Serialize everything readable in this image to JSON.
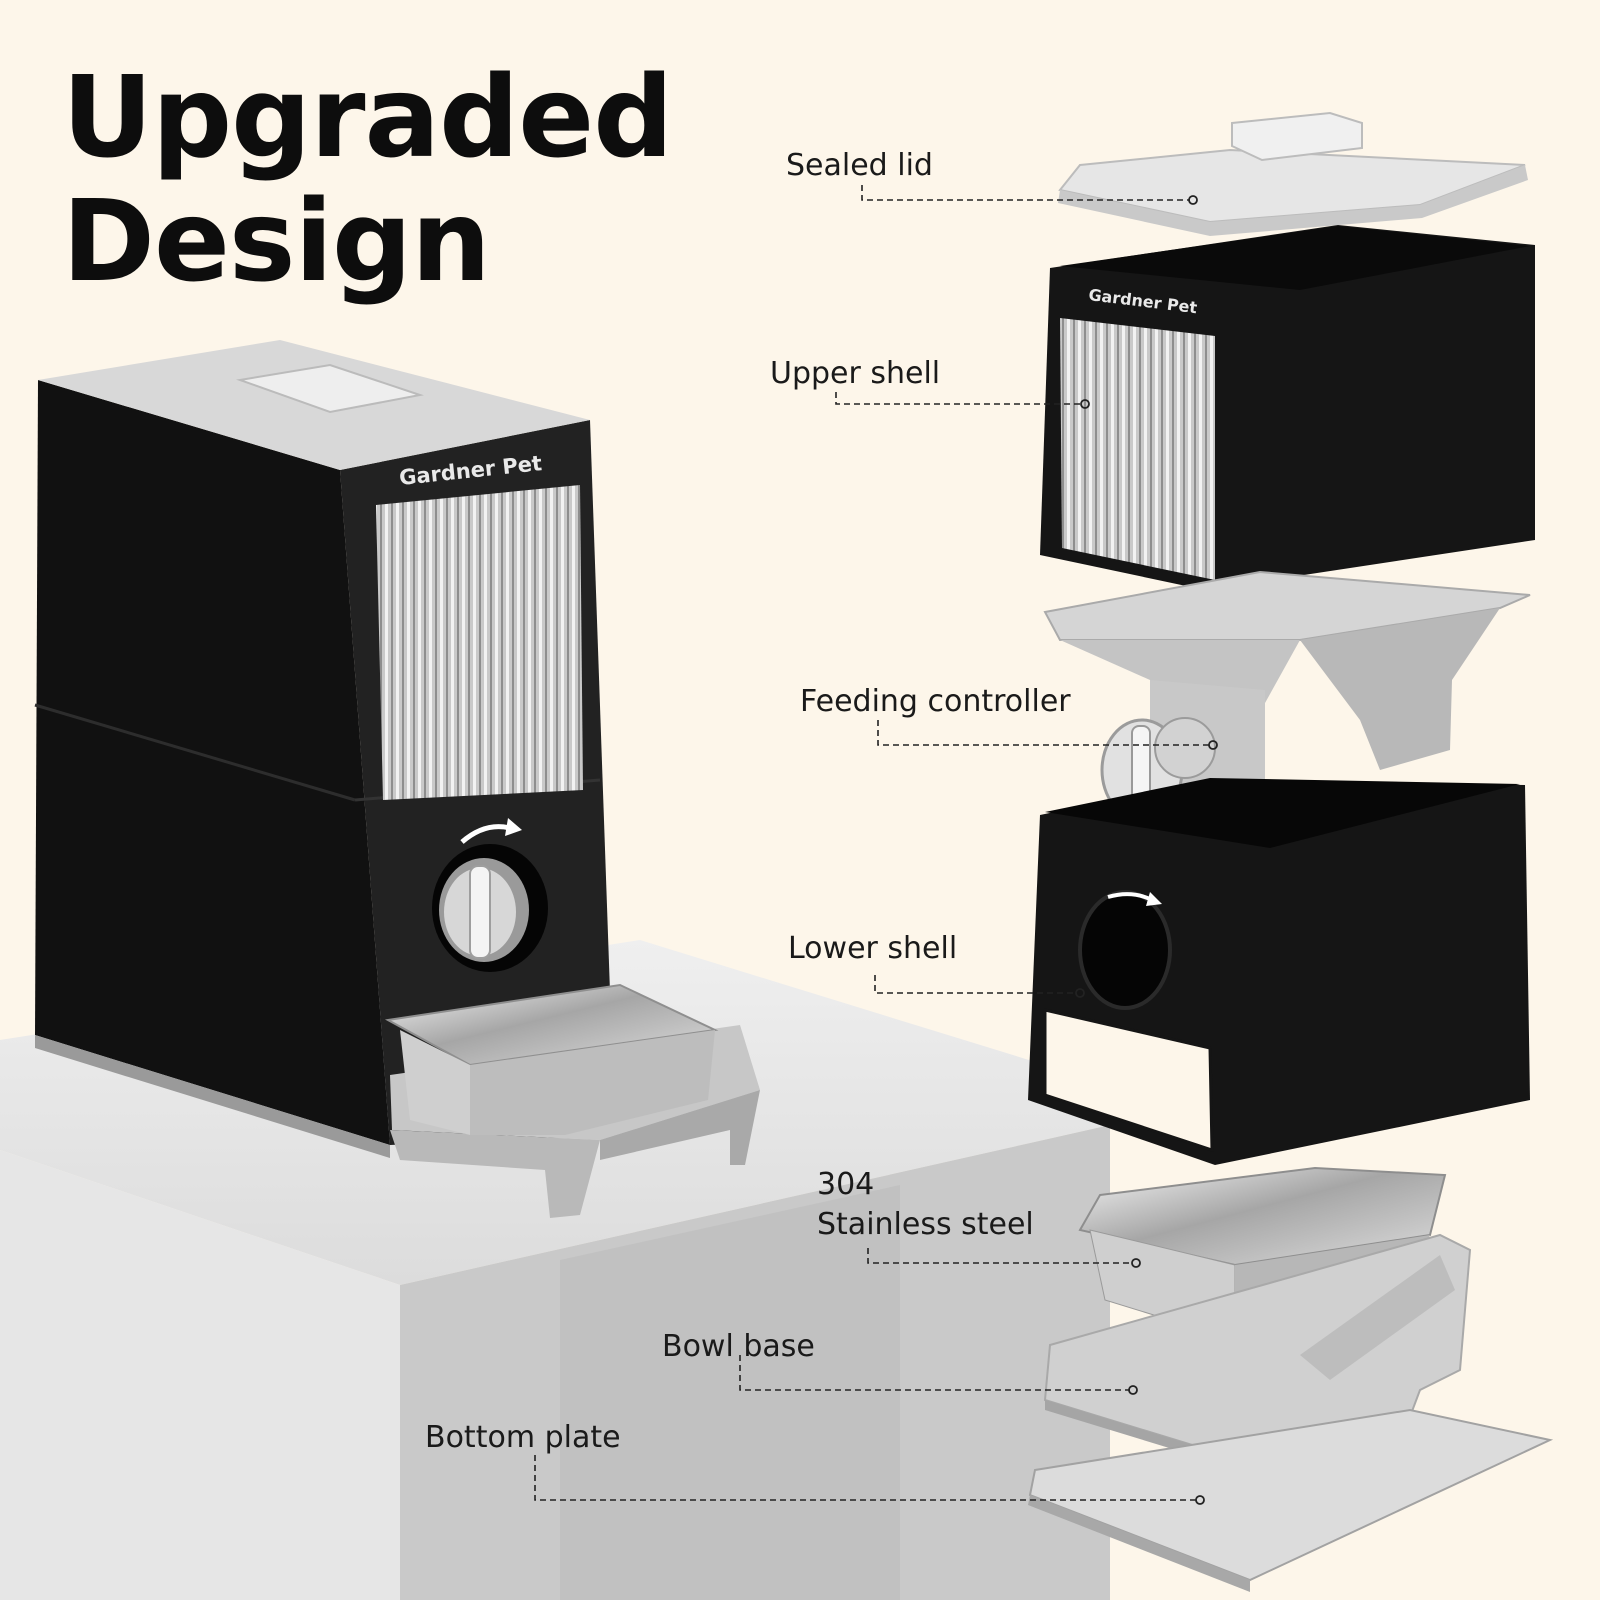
{
  "title": {
    "line1": "Upgraded",
    "line2": "Design"
  },
  "brand": "Gardner Pet",
  "callouts": {
    "sealed_lid": "Sealed lid",
    "upper_shell": "Upper shell",
    "feeding_controller": "Feeding controller",
    "lower_shell": "Lower shell",
    "steel_line1": "304",
    "steel_line2": "Stainless steel",
    "bowl_base": "Bowl base",
    "bottom_plate": "Bottom plate"
  },
  "colors": {
    "background": "#fdf6ea",
    "shell": "#151515",
    "plastic": "#d6d6d6",
    "steel": "#b9b9b9",
    "table": "#e9e9e9"
  },
  "icons": [
    "arrow-icon",
    "dial-knob-icon",
    "leader-dot-icon"
  ]
}
